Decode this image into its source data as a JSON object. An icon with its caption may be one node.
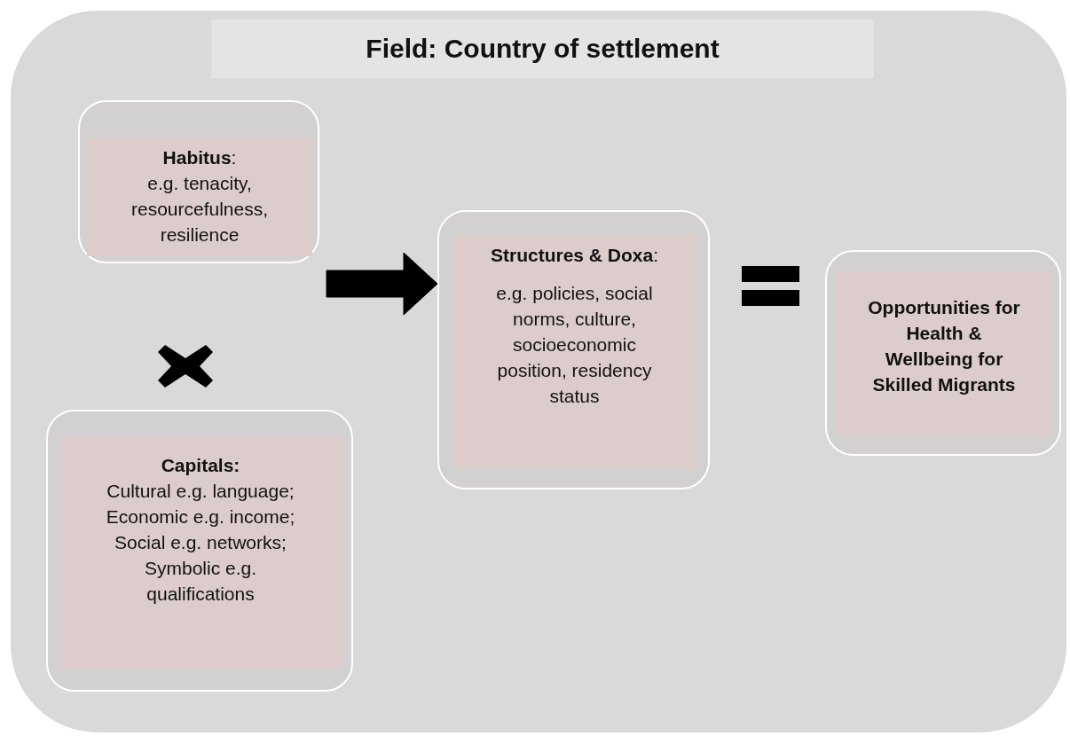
{
  "diagram": {
    "nodes": [
      {
        "text": [
          "Field: Country of settlement"
        ]
      },
      {
        "text": [
          "**Habitus**:",
          "e.g. tenacity, resourcefulness, resilience"
        ],
        "in": 0
      },
      {
        "text": [
          "Capitals:",
          "Cultural e.g. language; Economic e.g. income; Social e.g. networks; Symbolic e.g. qualifications"
        ],
        "in": 0
      },
      {
        "text": [
          "**Structures & Doxa**:",
          "e.g. policies, social norms, culture, socioeconomic position, residency status"
        ],
        "in": 0
      },
      {
        "text": [
          "Opportunities for Health & Wellbeing for Skilled Migrants"
        ],
        "in": 0
      }
    ],
    "edges": [
      {
        "from": null,
        "to": 3,
        "arrow": "to"
      }
    ]
  }
}
